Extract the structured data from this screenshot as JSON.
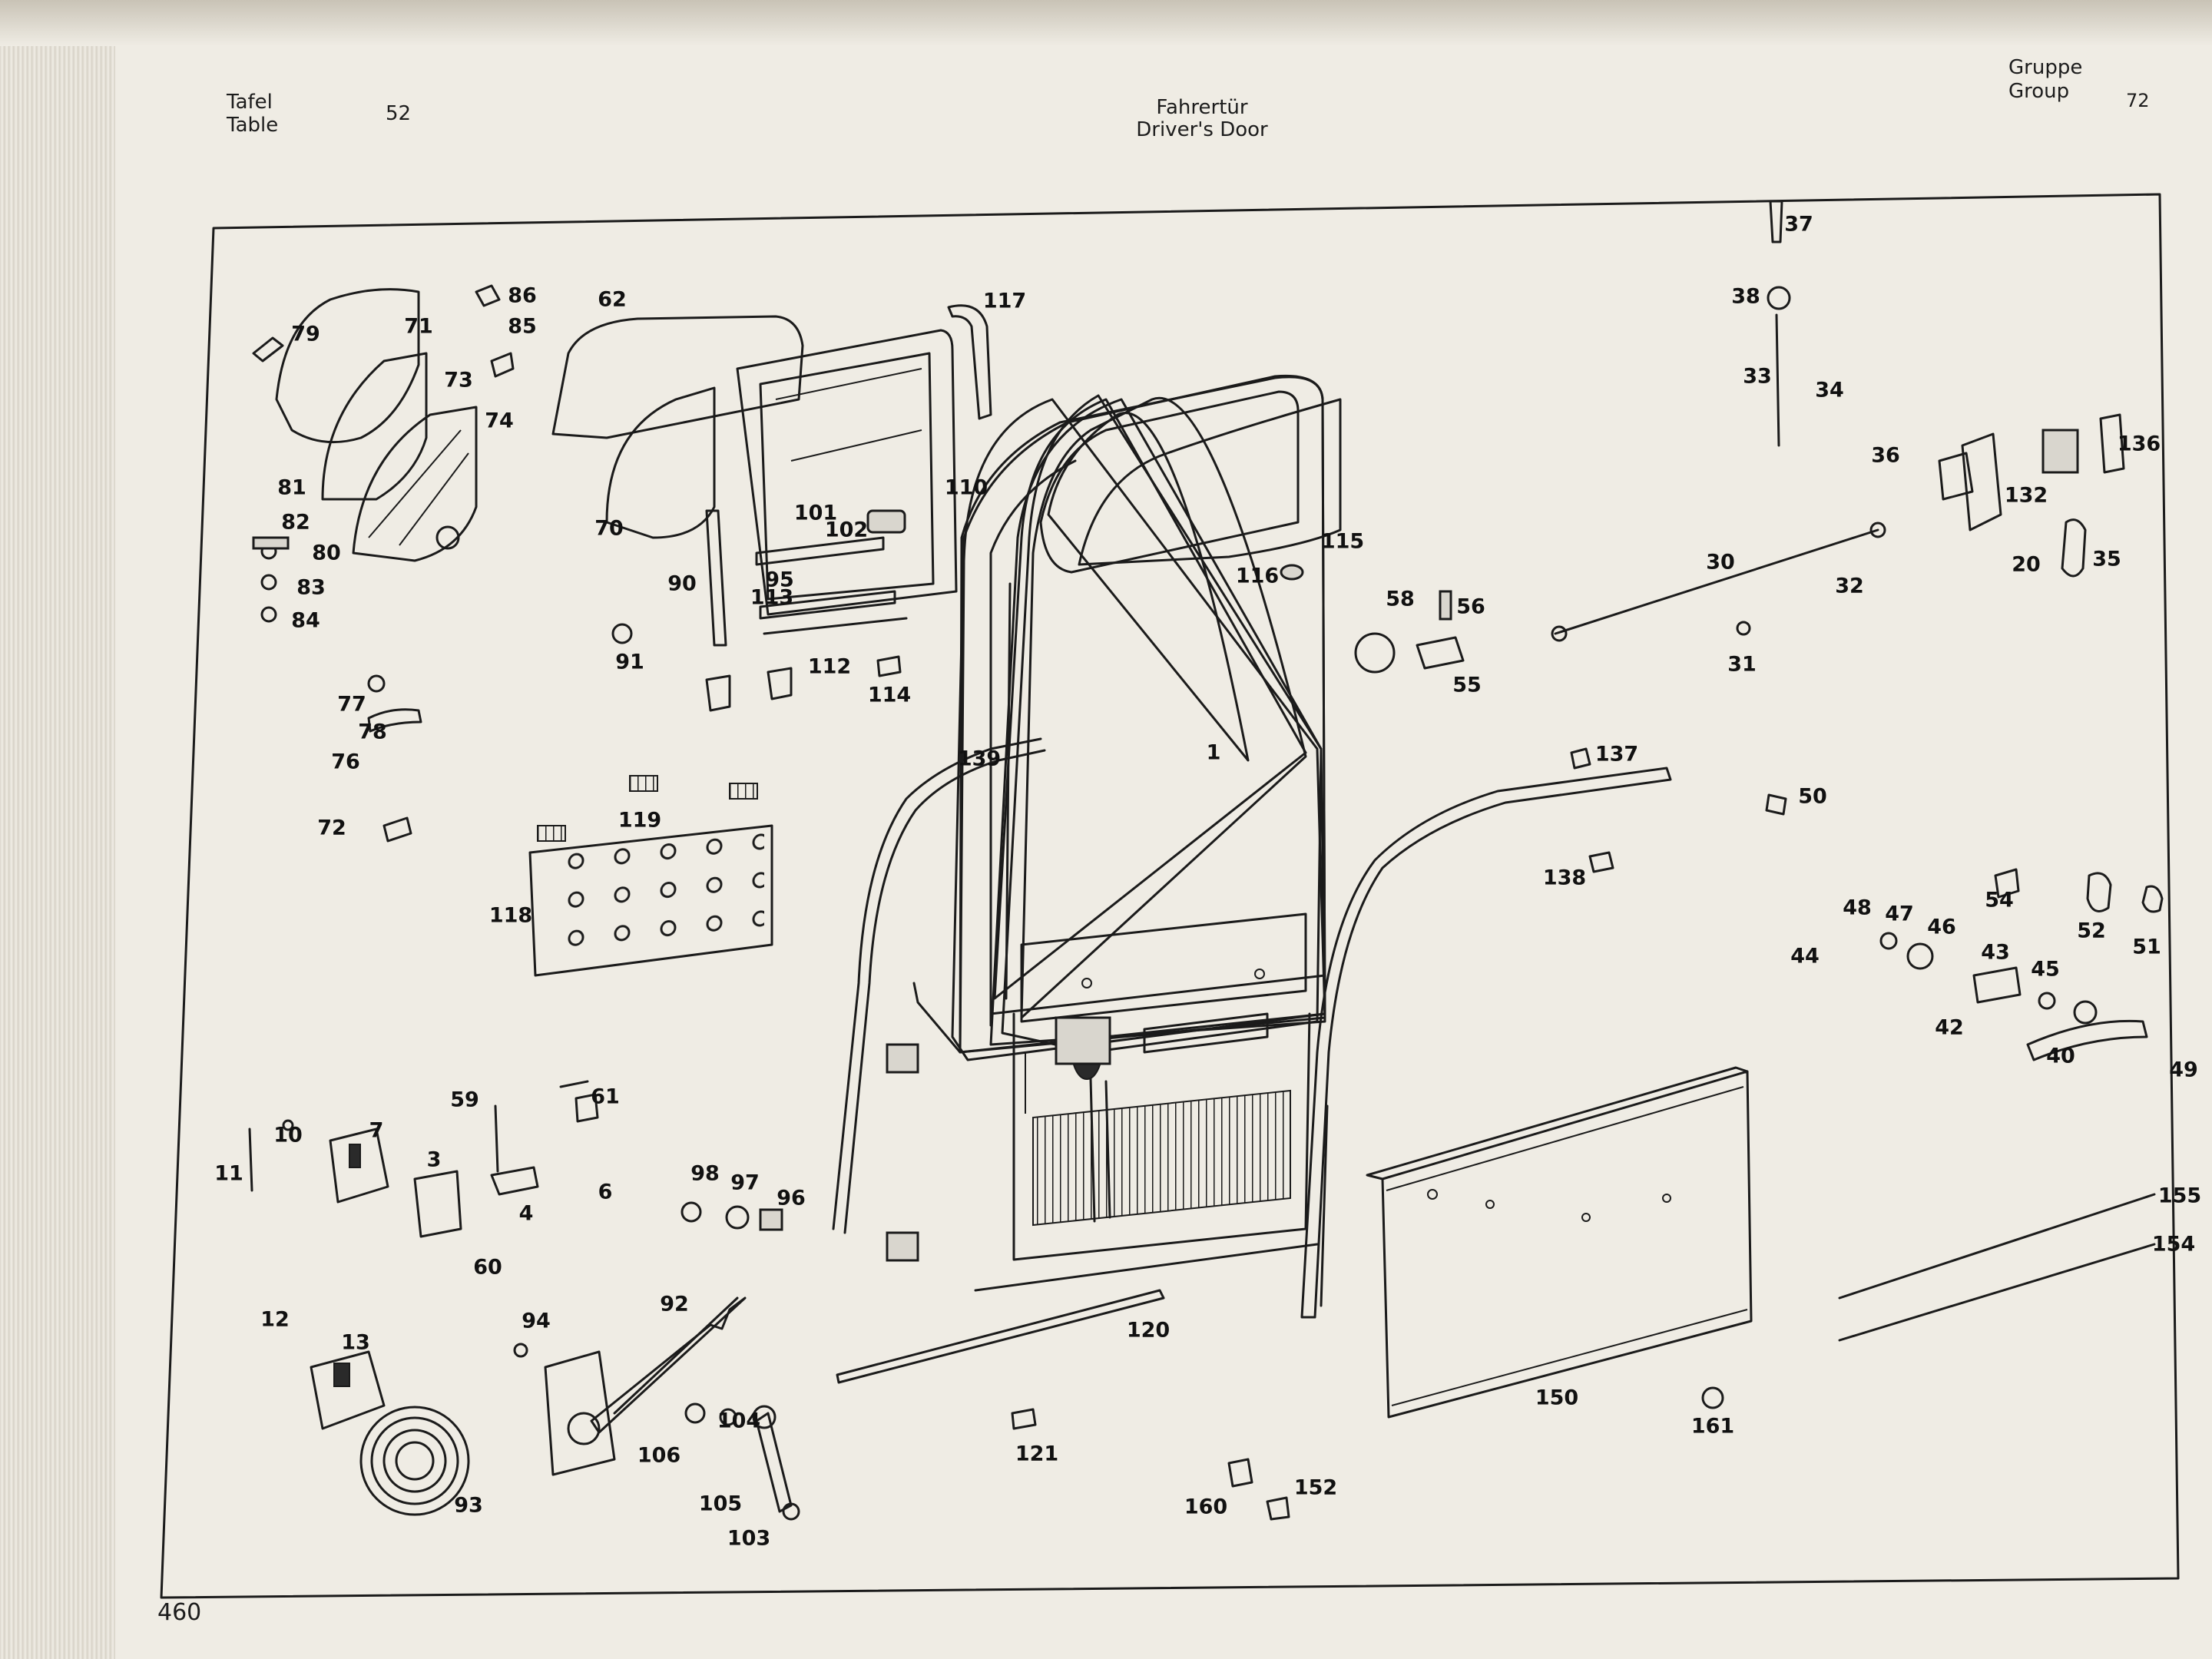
{
  "header": {
    "tafel_de": "Tafel",
    "tafel_en": "Table",
    "tafel_no": "52",
    "title_de": "Fahrertür",
    "title_en": "Driver's Door",
    "gruppe_de": "Gruppe",
    "gruppe_en": "Group",
    "group_no": "72"
  },
  "footer": {
    "page_number": "460"
  },
  "callouts": [
    "1",
    "3",
    "4",
    "6",
    "7",
    "10",
    "11",
    "12",
    "13",
    "20",
    "30",
    "31",
    "32",
    "33",
    "34",
    "35",
    "36",
    "37",
    "38",
    "40",
    "42",
    "43",
    "44",
    "45",
    "46",
    "47",
    "48",
    "49",
    "50",
    "51",
    "52",
    "54",
    "55",
    "56",
    "58",
    "59",
    "60",
    "61",
    "62",
    "70",
    "71",
    "72",
    "73",
    "74",
    "76",
    "77",
    "78",
    "79",
    "80",
    "81",
    "82",
    "83",
    "84",
    "85",
    "86",
    "90",
    "91",
    "92",
    "93",
    "94",
    "95",
    "96",
    "97",
    "98",
    "101",
    "102",
    "103",
    "104",
    "105",
    "106",
    "110",
    "112",
    "113",
    "114",
    "115",
    "116",
    "117",
    "118",
    "119",
    "120",
    "121",
    "132",
    "136",
    "137",
    "138",
    "139",
    "150",
    "152",
    "154",
    "155",
    "160",
    "161"
  ],
  "colors": {
    "paper": "#efece4",
    "ink": "#1b1b1b"
  }
}
